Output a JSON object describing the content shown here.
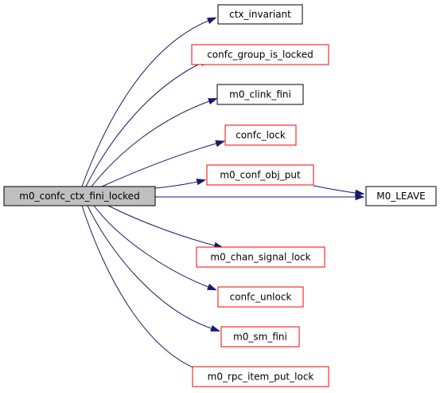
{
  "graph": {
    "colors": {
      "root_fill": "#bfbfbf",
      "root_border": "#000000",
      "border_black": "#000000",
      "border_red": "#ff0000",
      "edge": "#191970"
    },
    "root": {
      "label": "m0_confc_ctx_fini_locked"
    },
    "nodes": [
      {
        "id": "ctx_invariant",
        "label": "ctx_invariant",
        "border": "black"
      },
      {
        "id": "confc_group_is_locked",
        "label": "confc_group_is_locked",
        "border": "red"
      },
      {
        "id": "m0_clink_fini",
        "label": "m0_clink_fini",
        "border": "black"
      },
      {
        "id": "confc_lock",
        "label": "confc_lock",
        "border": "red"
      },
      {
        "id": "m0_conf_obj_put",
        "label": "m0_conf_obj_put",
        "border": "red"
      },
      {
        "id": "M0_LEAVE",
        "label": "M0_LEAVE",
        "border": "black"
      },
      {
        "id": "m0_chan_signal_lock",
        "label": "m0_chan_signal_lock",
        "border": "red"
      },
      {
        "id": "confc_unlock",
        "label": "confc_unlock",
        "border": "red"
      },
      {
        "id": "m0_sm_fini",
        "label": "m0_sm_fini",
        "border": "red"
      },
      {
        "id": "m0_rpc_item_put_lock",
        "label": "m0_rpc_item_put_lock",
        "border": "red"
      }
    ],
    "edges": [
      {
        "from": "root",
        "to": "ctx_invariant"
      },
      {
        "from": "root",
        "to": "confc_group_is_locked"
      },
      {
        "from": "root",
        "to": "m0_clink_fini"
      },
      {
        "from": "root",
        "to": "confc_lock"
      },
      {
        "from": "root",
        "to": "m0_conf_obj_put"
      },
      {
        "from": "root",
        "to": "M0_LEAVE"
      },
      {
        "from": "m0_conf_obj_put",
        "to": "M0_LEAVE"
      },
      {
        "from": "root",
        "to": "m0_chan_signal_lock"
      },
      {
        "from": "root",
        "to": "confc_unlock"
      },
      {
        "from": "root",
        "to": "m0_sm_fini"
      },
      {
        "from": "root",
        "to": "m0_rpc_item_put_lock"
      }
    ]
  }
}
